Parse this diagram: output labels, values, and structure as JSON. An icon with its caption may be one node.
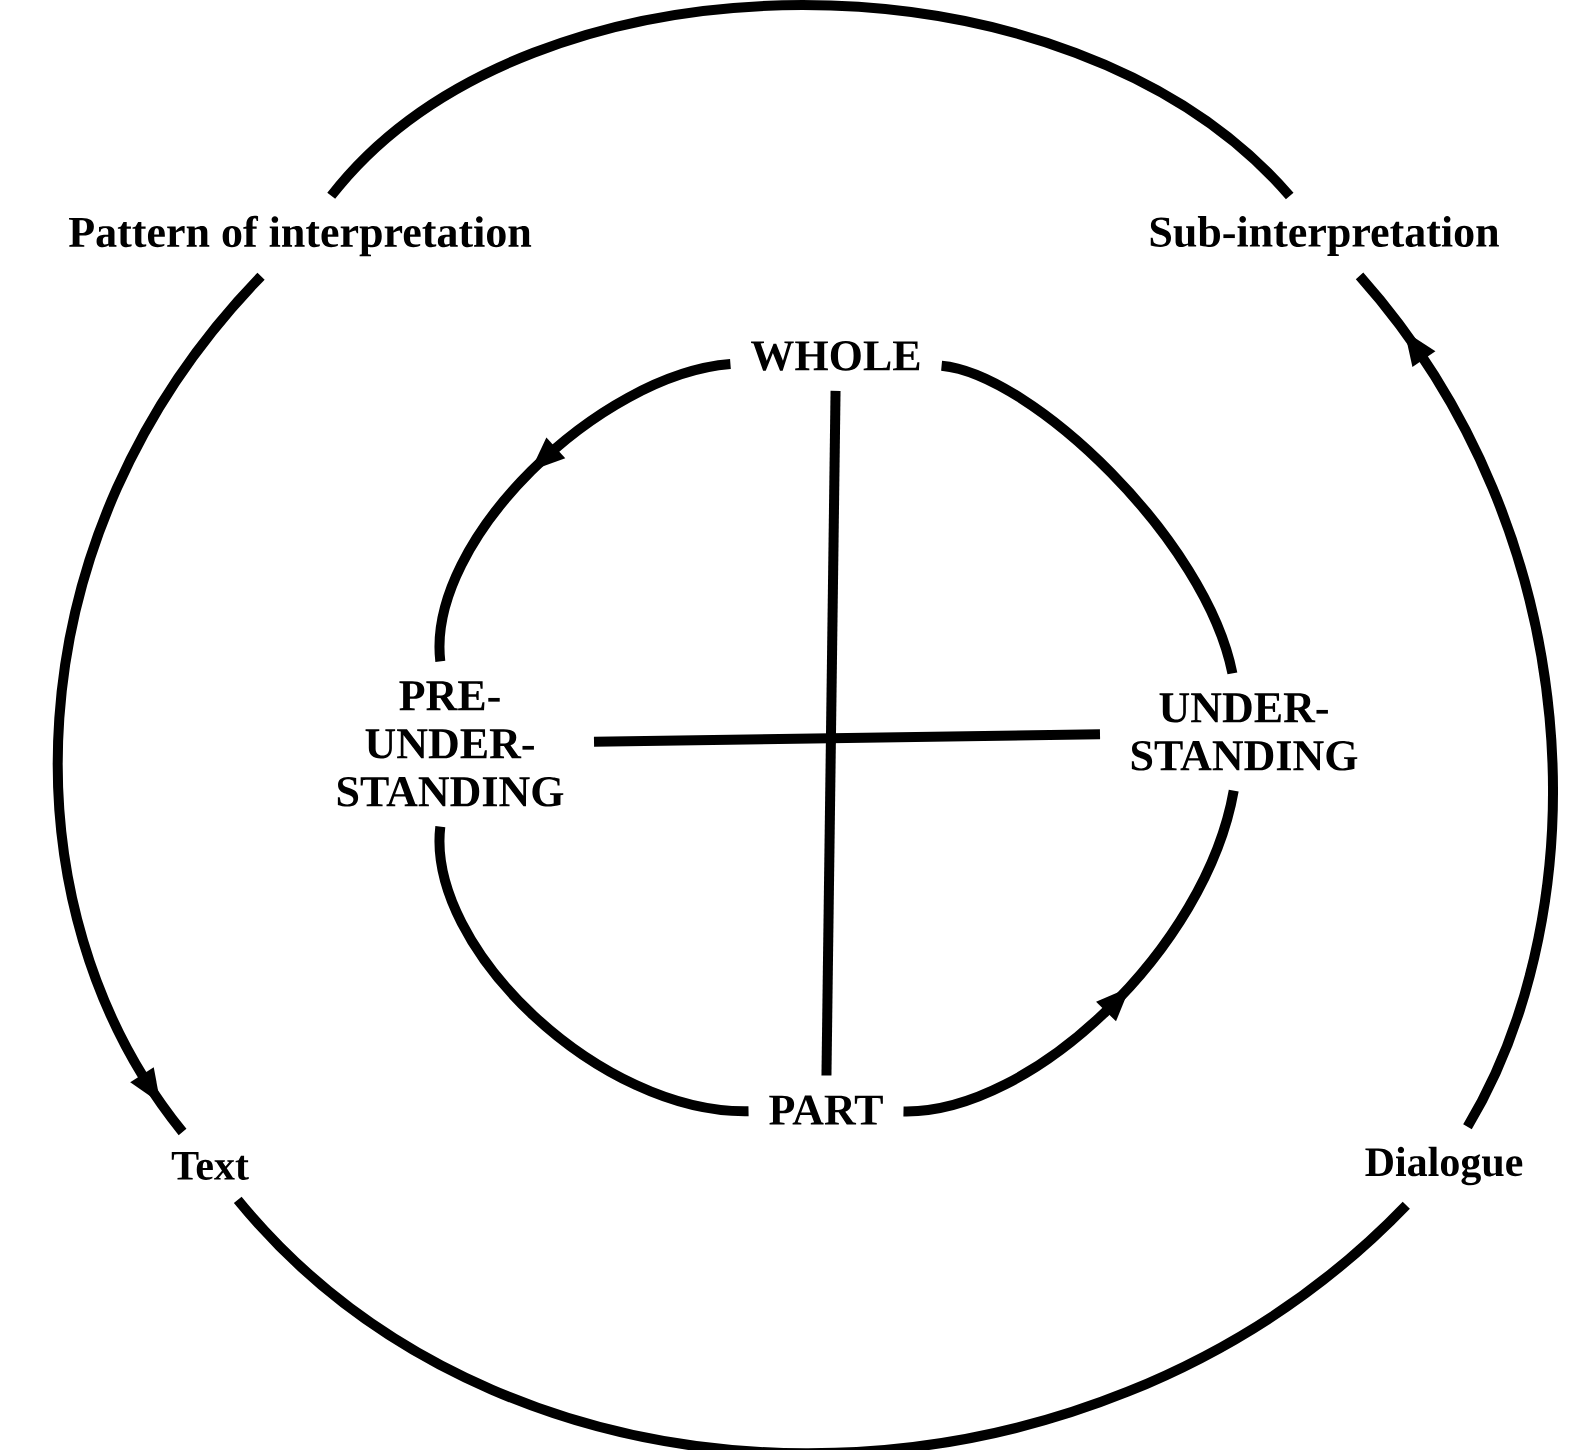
{
  "diagram": {
    "nodes": [
      {
        "text": [
          "Pattern of interpretation"
        ]
      },
      {
        "text": [
          "Sub-interpretation"
        ]
      },
      {
        "text": [
          "WHOLE"
        ]
      },
      {
        "text": [
          "PRE-UNDER-STANDING"
        ]
      },
      {
        "text": [
          "UNDER-STANDING"
        ]
      },
      {
        "text": [
          "PART"
        ]
      },
      {
        "text": [
          "Text"
        ]
      },
      {
        "text": [
          "Dialogue"
        ]
      }
    ],
    "edges": [
      {
        "from": 2,
        "to": 3,
        "arrow": "to"
      },
      {
        "from": 3,
        "to": 5,
        "arrow": "none"
      },
      {
        "from": 5,
        "to": 4,
        "arrow": "to"
      },
      {
        "from": 4,
        "to": 2,
        "arrow": "none"
      },
      {
        "from": 2,
        "to": 5,
        "arrow": "none"
      },
      {
        "from": 3,
        "to": 4,
        "arrow": "none"
      },
      {
        "from": 0,
        "to": 6,
        "arrow": "to"
      },
      {
        "from": 6,
        "to": 7,
        "arrow": "none"
      },
      {
        "from": 7,
        "to": 1,
        "arrow": "to"
      },
      {
        "from": 0,
        "to": 1,
        "arrow": "none"
      }
    ]
  }
}
